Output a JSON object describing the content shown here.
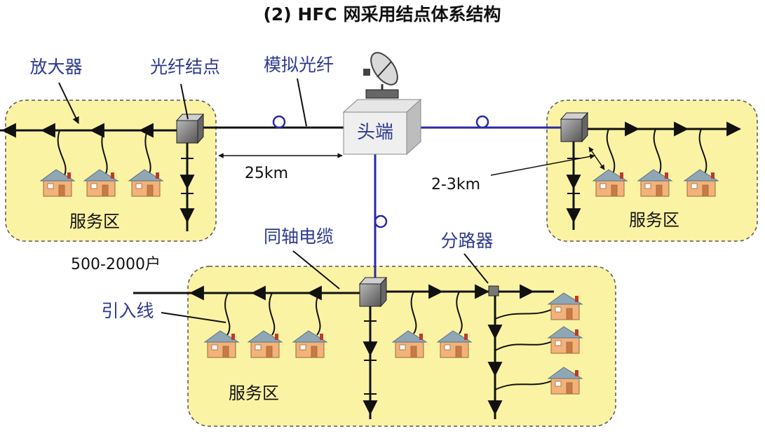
{
  "title": "(2) HFC 网采用结点体系结构",
  "labels": {
    "amplifier": "放大器",
    "fiber_node": "光纤结点",
    "analog_fiber": "模拟光纤",
    "headend": "头端",
    "dist_25km": "25km",
    "dist_2_3km": "2-3km",
    "coax_cable": "同轴电缆",
    "splitter": "分路器",
    "households": "500-2000户",
    "drop_line": "引入线",
    "service_area_left": "服务区",
    "service_area_right": "服务区",
    "service_area_bottom": "服务区"
  },
  "colors": {
    "service_area_fill": "#fbf3a4",
    "fiber_line": "#2a2aa8",
    "coax_line": "#111111",
    "label_text": "#2b3a8f",
    "house_wall": "#f2b27a",
    "house_roof": "#8fa7b5"
  }
}
